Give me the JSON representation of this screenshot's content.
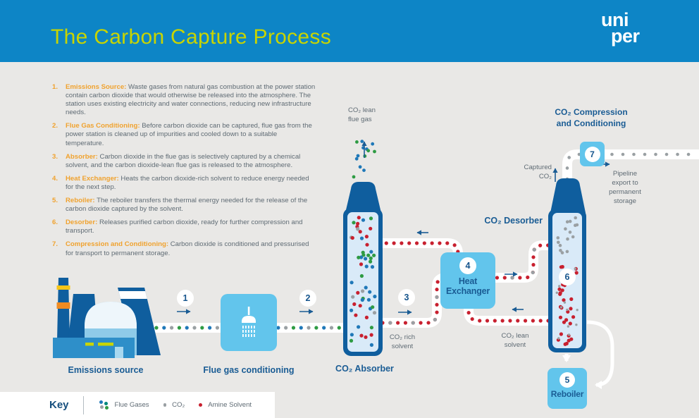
{
  "header": {
    "title": "The Carbon Capture Process",
    "logo": {
      "line1": "uni",
      "line2": "per"
    }
  },
  "steps": [
    {
      "num": "1.",
      "title": "Emissions Source:",
      "body": "Waste gases from natural gas combustion at the power station contain carbon dioxide that would otherwise be released into the atmosphere. The station uses existing electricity and water connections, reducing new infrastructure needs."
    },
    {
      "num": "2.",
      "title": "Flue Gas Conditioning:",
      "body": "Before carbon dioxide can be captured, flue gas from the power station is cleaned up of impurities and cooled down to a suitable temperature."
    },
    {
      "num": "3.",
      "title": "Absorber:",
      "body": "Carbon dioxide in the flue gas is selectively captured by a chemical solvent, and the carbon dioxide-lean flue gas is released to the atmosphere."
    },
    {
      "num": "4.",
      "title": "Heat Exchanger:",
      "body": "Heats the carbon dioxide-rich solvent to reduce energy needed for the next step."
    },
    {
      "num": "5.",
      "title": "Reboiler:",
      "body": "The reboiler transfers the thermal energy needed for the release of the carbon dioxide captured by the solvent."
    },
    {
      "num": "6.",
      "title": "Desorber:",
      "body": "Releases purified carbon dioxide, ready for further compression and transport."
    },
    {
      "num": "7.",
      "title": "Compression and Conditioning:",
      "body": "Carbon dioxide is conditioned and pressurised for transport to permanent storage."
    }
  ],
  "diagram": {
    "numbers": {
      "n1": "1",
      "n2": "2",
      "n3": "3",
      "n4": "4",
      "n5": "5",
      "n6": "6",
      "n7": "7"
    },
    "labels": {
      "emissions_source": "Emissions source",
      "flue_gas_conditioning": "Flue gas conditioning",
      "absorber": "CO₂ Absorber",
      "desorber": "CO₂ Desorber",
      "compression_line1": "CO₂ Compression",
      "compression_line2": "and Conditioning",
      "heat_exchanger_line1": "Heat",
      "heat_exchanger_line2": "Exchanger",
      "reboiler": "Reboiler",
      "lean_flue_gas": "CO₂ lean flue gas",
      "rich_solvent": "CO₂ rich solvent",
      "lean_solvent": "CO₂ lean solvent",
      "captured_co2": "Captured CO₂",
      "pipeline": "Pipeline export to permanent storage"
    }
  },
  "key": {
    "title": "Key",
    "items": [
      {
        "label": "Flue Gases"
      },
      {
        "label": "CO₂"
      },
      {
        "label": "Amine Solvent"
      }
    ]
  },
  "colors": {
    "header_blue": "#0d85c6",
    "accent_lime": "#c8d400",
    "dark_blue": "#1a5c94",
    "light_blue_box": "#62c5ec",
    "column_blue": "#0f5e9e",
    "step_orange": "#f0a22e",
    "body_text": "#5f6b74",
    "background": "#e9e8e6",
    "dot_flue_blue": "#1f78b8",
    "dot_flue_green": "#2e9b43",
    "dot_flue_teal": "#00877c",
    "dot_co2_gray": "#9aa0a3",
    "dot_amine_red": "#c8202f"
  }
}
